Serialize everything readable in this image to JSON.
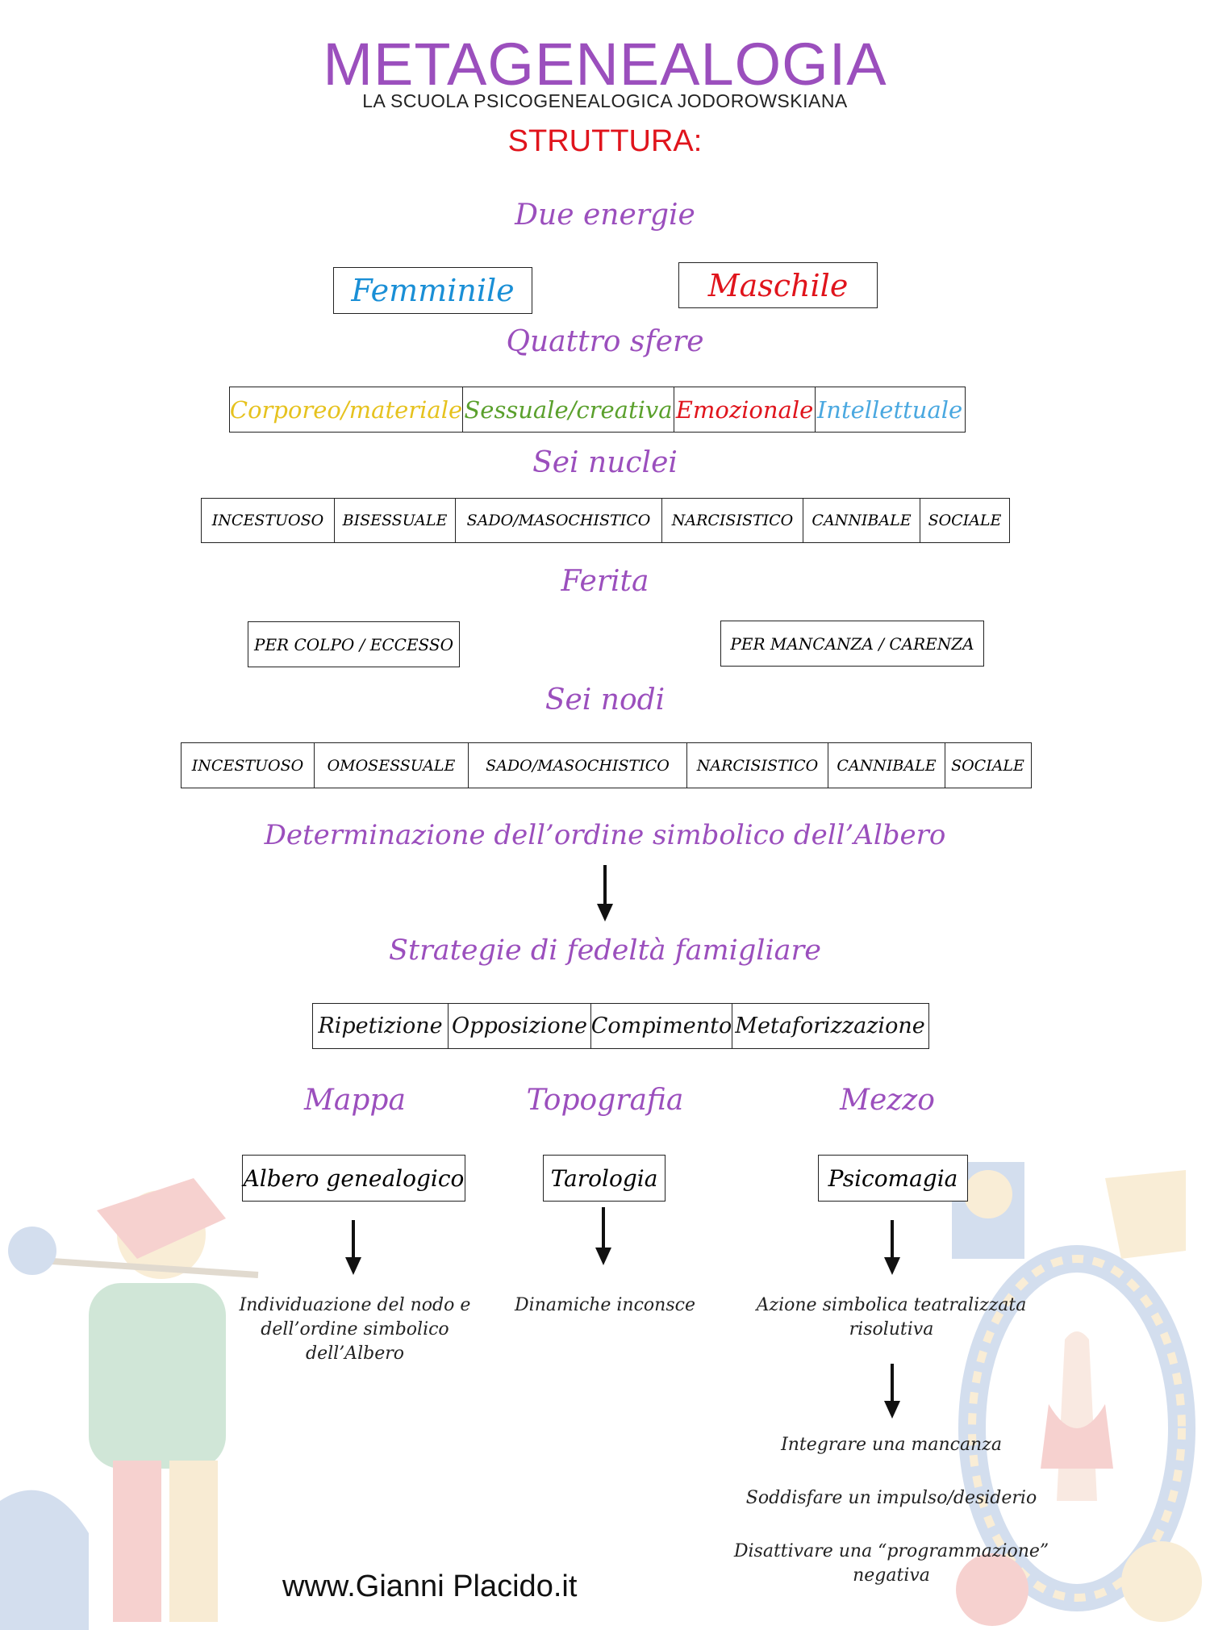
{
  "header": {
    "title": "METAGENEALOGIA",
    "subtitle": "LA SCUOLA PSICOGENEALOGICA JODOROWSKIANA",
    "section": "STRUTTURA:"
  },
  "energie": {
    "heading": "Due energie",
    "items": [
      {
        "label": "Femminile",
        "color": "#1a8fd6"
      },
      {
        "label": "Maschile",
        "color": "#e0141c"
      }
    ]
  },
  "sfere": {
    "heading": "Quattro sfere",
    "items": [
      {
        "label": "Corporeo/materiale",
        "color": "#e6c21e"
      },
      {
        "label": "Sessuale/creativa",
        "color": "#5aa02c"
      },
      {
        "label": "Emozionale",
        "color": "#e0141c"
      },
      {
        "label": "Intellettuale",
        "color": "#4aa8e0"
      }
    ]
  },
  "nuclei": {
    "heading": "Sei nuclei",
    "items": [
      "INCESTUOSO",
      "BISESSUALE",
      "SADO/MASOCHISTICO",
      "NARCISISTICO",
      "CANNIBALE",
      "SOCIALE"
    ]
  },
  "ferita": {
    "heading": "Ferita",
    "items": [
      "PER COLPO / ECCESSO",
      "PER MANCANZA / CARENZA"
    ]
  },
  "nodi": {
    "heading": "Sei nodi",
    "items": [
      "INCESTUOSO",
      "OMOSESSUALE",
      "SADO/MASOCHISTICO",
      "NARCISISTICO",
      "CANNIBALE",
      "SOCIALE"
    ]
  },
  "ordine": {
    "heading": "Determinazione dell’ordine simbolico dell’Albero"
  },
  "strategie": {
    "heading": "Strategie di fedeltà famigliare",
    "items": [
      "Ripetizione",
      "Opposizione",
      "Compimento",
      "Metaforizzazione"
    ]
  },
  "columns": [
    {
      "heading": "Mappa",
      "box": "Albero genealogico",
      "note": [
        "Individuazione del nodo e",
        "dell’ordine simbolico",
        "dell’Albero"
      ]
    },
    {
      "heading": "Topografia",
      "box": "Tarologia",
      "note": [
        "Dinamiche inconsce"
      ]
    },
    {
      "heading": "Mezzo",
      "box": "Psicomagia",
      "note": [
        "Azione simbolica teatralizzata",
        "risolutiva"
      ]
    }
  ],
  "outcomes": [
    "Integrare una mancanza",
    "Soddisfare un impulso/desiderio",
    "Disattivare una “programmazione” negativa"
  ],
  "footer": "www.Gianni Placido.it",
  "colors": {
    "accent": "#9b4fbd",
    "red": "#e0141c"
  }
}
